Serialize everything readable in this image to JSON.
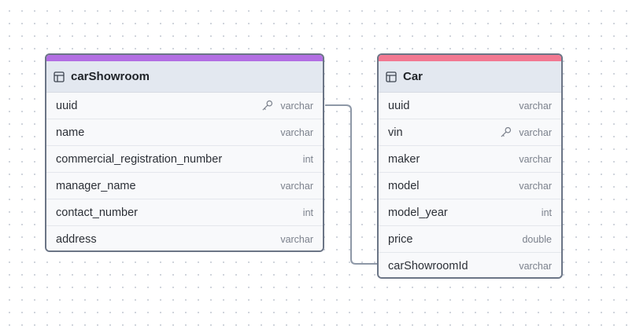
{
  "colors": {
    "car_showroom_accent": "#b26ee3",
    "car_accent": "#f27891",
    "header_bg": "#e3e8f0",
    "border": "#6b7586",
    "relation_line": "#8e98a7"
  },
  "tables": {
    "car_showroom": {
      "title": "carShowroom",
      "fields": [
        {
          "name": "uuid",
          "type": "varchar",
          "icon": "key-icon"
        },
        {
          "name": "name",
          "type": "varchar"
        },
        {
          "name": "commercial_registration_number",
          "type": "int"
        },
        {
          "name": "manager_name",
          "type": "varchar"
        },
        {
          "name": "contact_number",
          "type": "int"
        },
        {
          "name": "address",
          "type": "varchar"
        }
      ]
    },
    "car": {
      "title": "Car",
      "fields": [
        {
          "name": "uuid",
          "type": "varchar"
        },
        {
          "name": "vin",
          "type": "varchar",
          "icon": "key-icon"
        },
        {
          "name": "maker",
          "type": "varchar"
        },
        {
          "name": "model",
          "type": "varchar"
        },
        {
          "name": "model_year",
          "type": "int"
        },
        {
          "name": "price",
          "type": "double"
        },
        {
          "name": "carShowroomId",
          "type": "varchar"
        }
      ]
    }
  }
}
